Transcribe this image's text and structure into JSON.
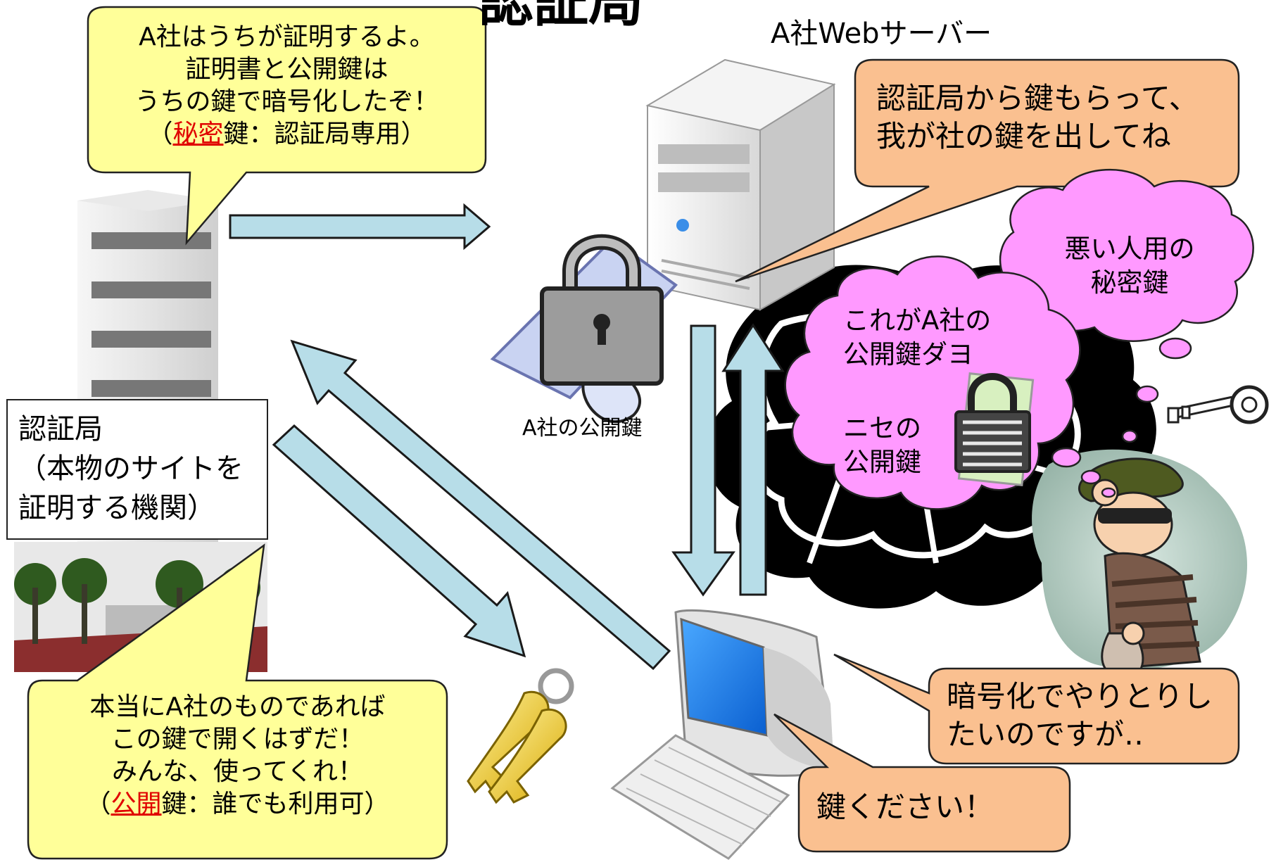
{
  "title": "認証局",
  "server_label": "A社Webサーバー",
  "public_key_label": "A社の公開鍵",
  "ca_box": {
    "line1": "認証局",
    "line2": "（本物のサイトを",
    "line3": "証明する機関）"
  },
  "ca_top_bubble": {
    "line1": "A社はうちが証明するよ。",
    "line2": "証明書と公開鍵は",
    "line3": "うちの鍵で暗号化したぞ！",
    "paren_open": "（",
    "highlight": "秘密",
    "rest": "鍵：認証局専用）"
  },
  "ca_bottom_bubble": {
    "line1": "本当にA社のものであれば",
    "line2": "この鍵で開くはずだ！",
    "line3": "みんな、使ってくれ！",
    "paren_open": "（",
    "highlight": "公開",
    "rest": "鍵：誰でも利用可）"
  },
  "server_bubble": {
    "line1": "認証局から鍵もらって、",
    "line2": "我が社の鍵を出してね"
  },
  "client_bubble_encrypt": {
    "line1": "暗号化でやりとりし",
    "line2": "たいのですが‥"
  },
  "client_bubble_key": {
    "text": "鍵ください！"
  },
  "thief_cloud_small": {
    "line1": "悪い人用の",
    "line2": "秘密鍵"
  },
  "thief_cloud_big": {
    "line1": "これがA社の",
    "line2": "公開鍵ダヨ",
    "line3": "ニセの",
    "line4": "公開鍵"
  },
  "colors": {
    "yellow_bubble": "#ffff99",
    "orange_bubble": "#fac090",
    "pink_cloud": "#ff99ff",
    "arrow_fill": "#b7dde8",
    "highlight_red": "#e00000"
  }
}
